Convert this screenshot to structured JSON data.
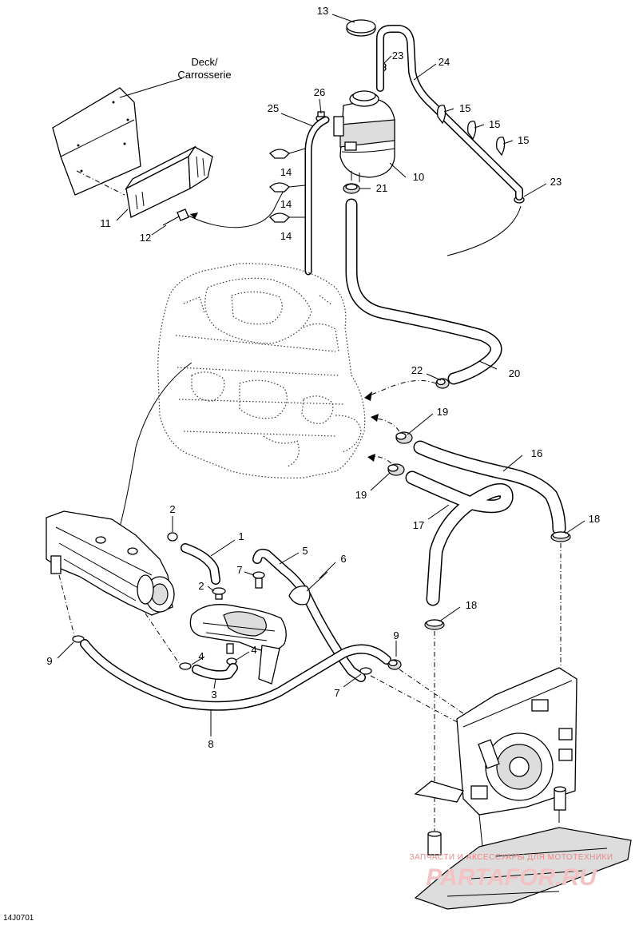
{
  "diagram": {
    "deck_label_line1": "Deck/",
    "deck_label_line2": "Carrosserie",
    "drawing_code": "14J0701",
    "watermark_text": "ЗАПЧАСТИ И АКСЕССУАРЫ ДЛЯ МОТОТЕХНИКИ",
    "watermark_brand": "PARTAFOR.RU",
    "callouts": [
      {
        "id": "c13",
        "text": "13"
      },
      {
        "id": "c23a",
        "text": "23"
      },
      {
        "id": "c24",
        "text": "24"
      },
      {
        "id": "c26",
        "text": "26"
      },
      {
        "id": "c25",
        "text": "25"
      },
      {
        "id": "c15a",
        "text": "15"
      },
      {
        "id": "c15b",
        "text": "15"
      },
      {
        "id": "c15c",
        "text": "15"
      },
      {
        "id": "c14a",
        "text": "14"
      },
      {
        "id": "c14b",
        "text": "14"
      },
      {
        "id": "c14c",
        "text": "14"
      },
      {
        "id": "c10",
        "text": "10"
      },
      {
        "id": "c21",
        "text": "21"
      },
      {
        "id": "c23b",
        "text": "23"
      },
      {
        "id": "c11",
        "text": "11"
      },
      {
        "id": "c12",
        "text": "12"
      },
      {
        "id": "c22",
        "text": "22"
      },
      {
        "id": "c20",
        "text": "20"
      },
      {
        "id": "c19a",
        "text": "19"
      },
      {
        "id": "c16",
        "text": "16"
      },
      {
        "id": "c19b",
        "text": "19"
      },
      {
        "id": "c17",
        "text": "17"
      },
      {
        "id": "c18a",
        "text": "18"
      },
      {
        "id": "c2a",
        "text": "2"
      },
      {
        "id": "c1",
        "text": "1"
      },
      {
        "id": "c5",
        "text": "5"
      },
      {
        "id": "c6",
        "text": "6"
      },
      {
        "id": "c7a",
        "text": "7"
      },
      {
        "id": "c2b",
        "text": "2"
      },
      {
        "id": "c18b",
        "text": "18"
      },
      {
        "id": "c4a",
        "text": "4"
      },
      {
        "id": "c4b",
        "text": "4"
      },
      {
        "id": "c9a",
        "text": "9"
      },
      {
        "id": "c9b",
        "text": "9"
      },
      {
        "id": "c3",
        "text": "3"
      },
      {
        "id": "c7b",
        "text": "7"
      },
      {
        "id": "c8",
        "text": "8"
      }
    ]
  }
}
